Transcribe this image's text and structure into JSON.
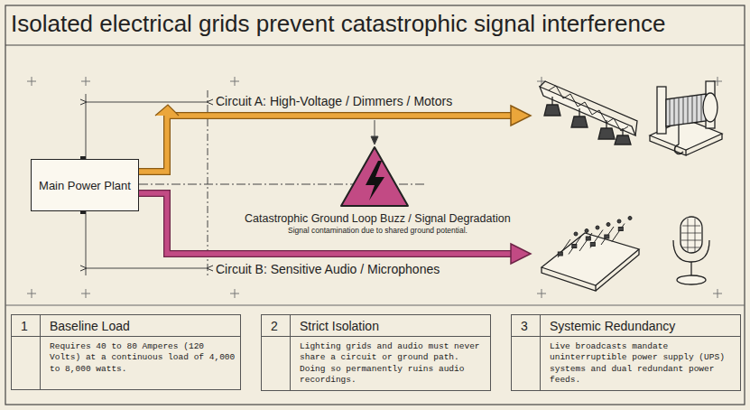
{
  "diagram": {
    "title": "Isolated electrical grids prevent catastrophic signal interference",
    "nodes": [
      {
        "text": [
          "Main Power Plant"
        ]
      },
      {
        "text": [
          "1",
          "Baseline Load",
          "Requires 40 to 80 Amperes (120 Volts) at a continuous load of 4,000 to 8,000 watts."
        ]
      },
      {
        "text": [
          "2",
          "Strict Isolation",
          "Lighting grids and audio must never share a circuit or ground path. Doing so permanently ruins audio recordings."
        ]
      },
      {
        "text": [
          "3",
          "Systemic Redundancy",
          "Live broadcasts mandate uninterruptible power supply (UPS) systems and dual redundant power feeds."
        ]
      }
    ],
    "labels": [
      "Circuit A: High-Voltage / Dimmers / Motors",
      "Circuit B: Sensitive Audio / Microphones",
      "Catastrophic Ground Loop Buzz / Signal Degradation",
      "Signal contamination due to shared ground potential."
    ]
  }
}
